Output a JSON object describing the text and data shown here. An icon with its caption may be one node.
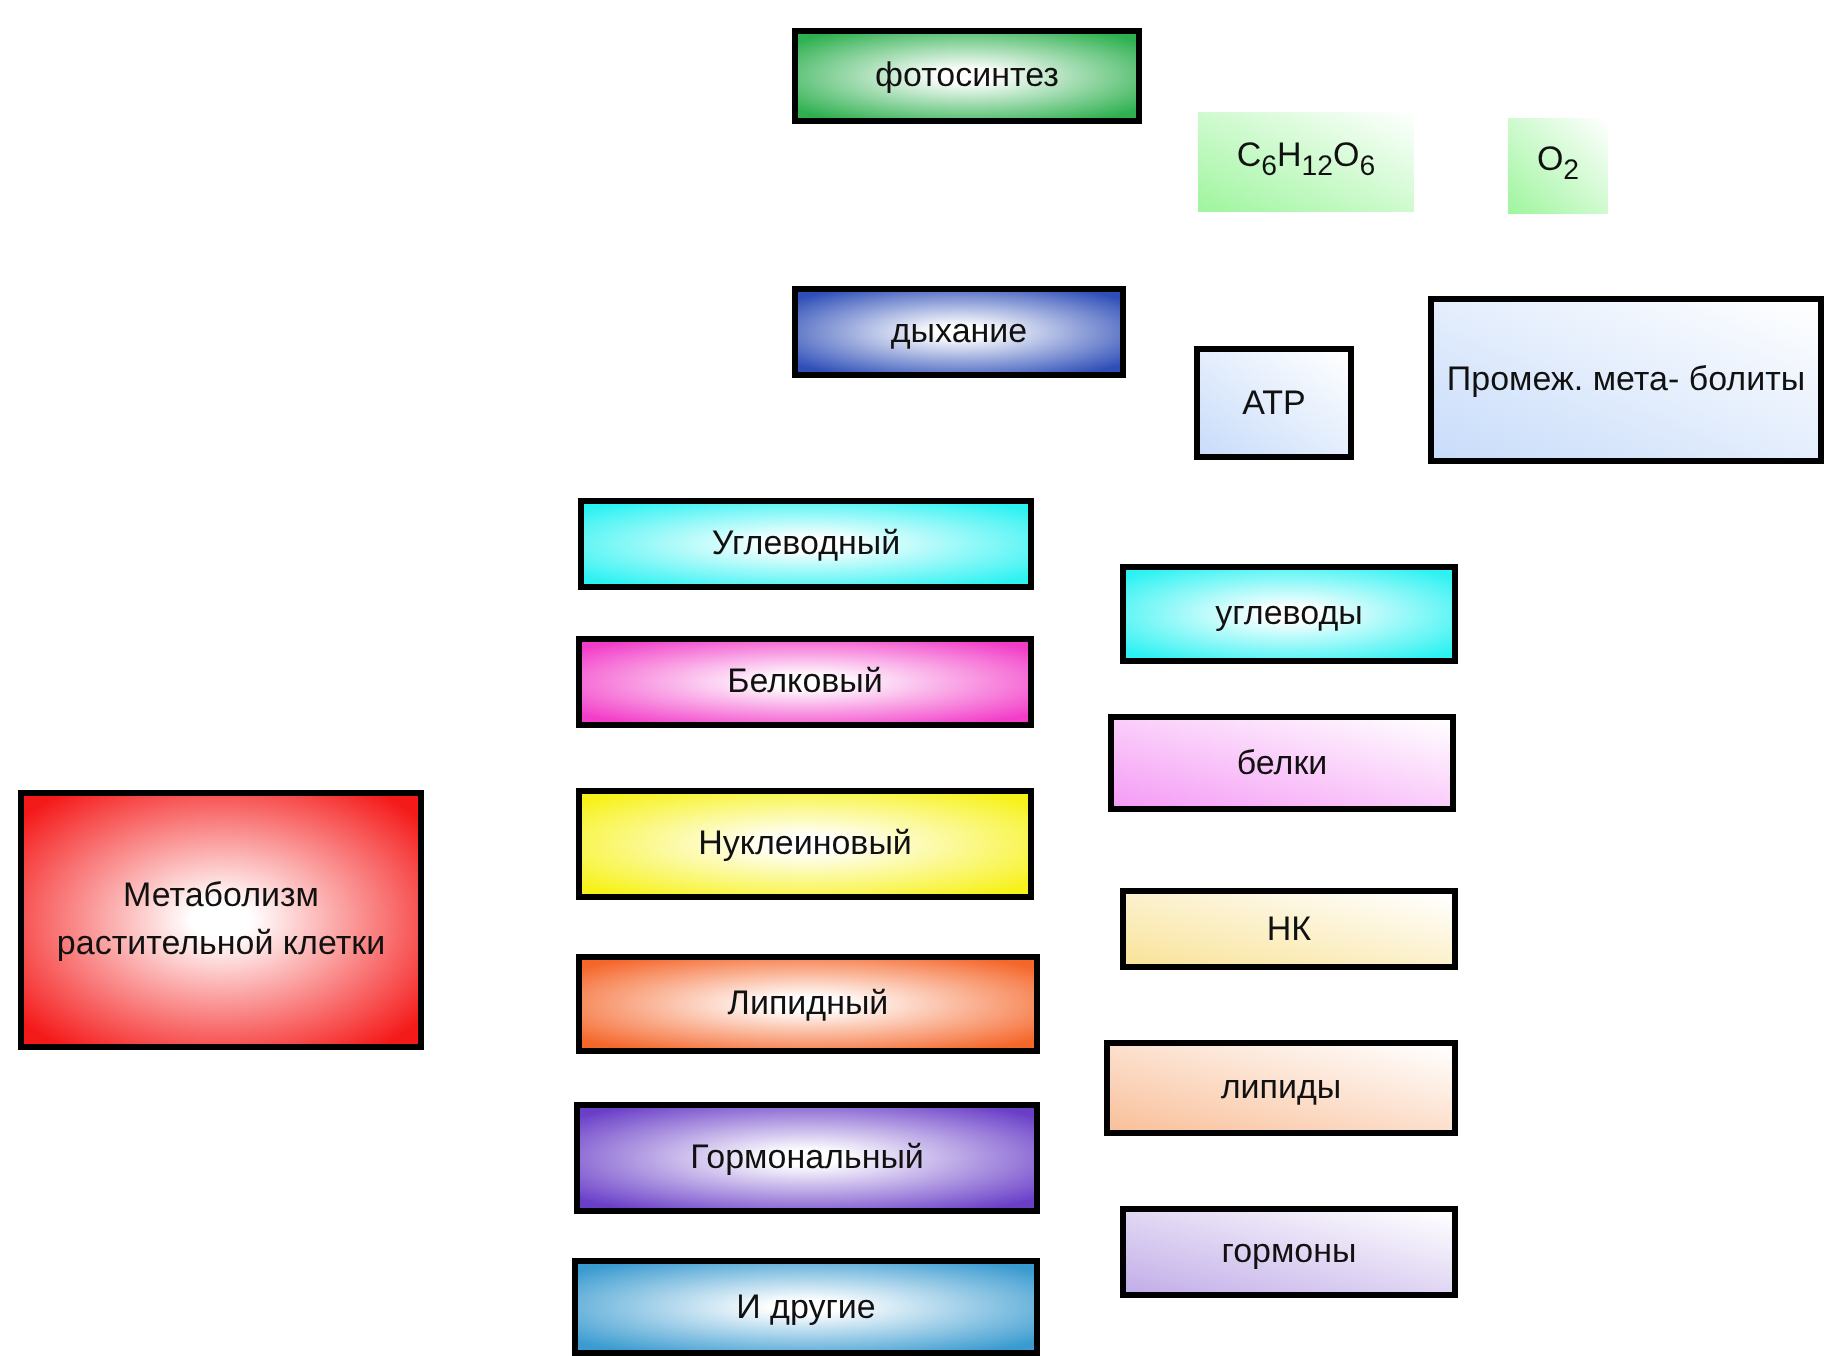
{
  "diagram": {
    "nodes": [
      {
        "text": [
          "фотосинтез"
        ]
      },
      {
        "text": [
          "C$_{6}$H$_{12}$O$_{6}$"
        ]
      },
      {
        "text": [
          "O$_{2}$"
        ]
      },
      {
        "text": [
          "дыхание"
        ]
      },
      {
        "text": [
          "АТР"
        ]
      },
      {
        "text": [
          "Промеж. мета- болиты"
        ]
      },
      {
        "text": [
          "Углеводный"
        ]
      },
      {
        "text": [
          "углеводы"
        ]
      },
      {
        "text": [
          "Белковый"
        ]
      },
      {
        "text": [
          "белки"
        ]
      },
      {
        "text": [
          "Метаболизм растительной клетки"
        ]
      },
      {
        "text": [
          "Нуклеиновый"
        ]
      },
      {
        "text": [
          "НК"
        ]
      },
      {
        "text": [
          "Липидный"
        ]
      },
      {
        "text": [
          "липиды"
        ]
      },
      {
        "text": [
          "Гормональный"
        ]
      },
      {
        "text": [
          "гормоны"
        ]
      },
      {
        "text": [
          "И другие"
        ]
      }
    ]
  }
}
